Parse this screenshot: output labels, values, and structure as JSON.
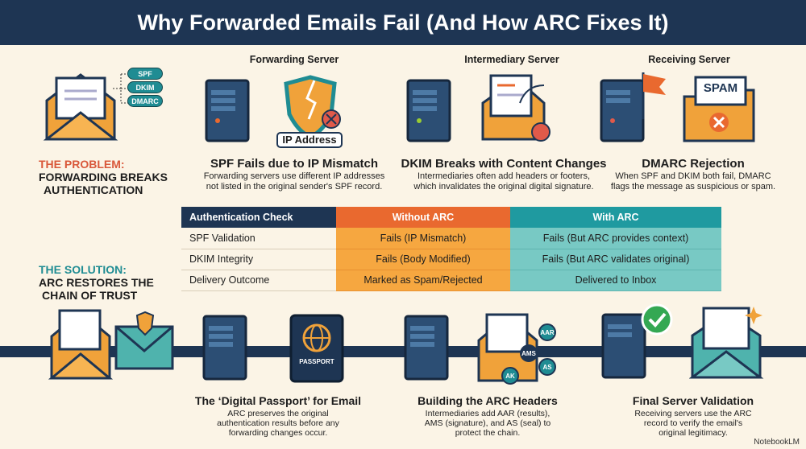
{
  "title": "Why Forwarded Emails Fail (And How ARC Fixes It)",
  "problem": {
    "label": "THE PROBLEM:",
    "line1": "FORWARDING BREAKS",
    "line2": "AUTHENTICATION",
    "pills": [
      "SPF",
      "DKIM",
      "DMARC"
    ]
  },
  "solution": {
    "label": "THE SOLUTION:",
    "line1": "ARC RESTORES THE",
    "line2": "CHAIN OF TRUST"
  },
  "stages": [
    {
      "server": "Forwarding Server",
      "badge": "IP Address",
      "title": "SPF Fails due to IP Mismatch",
      "desc1": "Forwarding servers use different IP addresses",
      "desc2": "not listed in the original sender's SPF record."
    },
    {
      "server": "Intermediary Server",
      "title": "DKIM Breaks with Content Changes",
      "desc1": "Intermediaries often add headers or footers,",
      "desc2": "which invalidates the original digital signature."
    },
    {
      "server": "Receiving Server",
      "badge": "SPAM",
      "title": "DMARC Rejection",
      "desc1": "When SPF and DKIM both fail, DMARC",
      "desc2": "flags the message as suspicious or spam."
    }
  ],
  "table": {
    "headers": [
      "Authentication Check",
      "Without ARC",
      "With ARC"
    ],
    "rows": [
      [
        "SPF Validation",
        "Fails (IP Mismatch)",
        "Fails (But ARC provides context)"
      ],
      [
        "DKIM Integrity",
        "Fails (Body Modified)",
        "Fails (But ARC validates original)"
      ],
      [
        "Delivery Outcome",
        "Marked as Spam/Rejected",
        "Delivered to Inbox"
      ]
    ]
  },
  "bottom": [
    {
      "badge": "PASSPORT",
      "title": "The ‘Digital Passport’ for Email",
      "desc1": "ARC preserves the original",
      "desc2": "authentication results before any",
      "desc3": "forwarding changes occur."
    },
    {
      "nodes": [
        "AAR",
        "AMS",
        "AS",
        "AK"
      ],
      "title": "Building the ARC Headers",
      "desc1": "Intermediaries add AAR (results),",
      "desc2": "AMS (signature), and AS (seal) to",
      "desc3": "protect the chain."
    },
    {
      "title": "Final Server Validation",
      "desc1": "Receiving servers use the ARC",
      "desc2": "record to verify the email's",
      "desc3": "original legitimacy."
    }
  ],
  "watermark": "NotebookLM",
  "colors": {
    "navy": "#1e3553",
    "orange": "#e9692f",
    "teal": "#1f9aa0",
    "bg": "#fbf4e6"
  }
}
